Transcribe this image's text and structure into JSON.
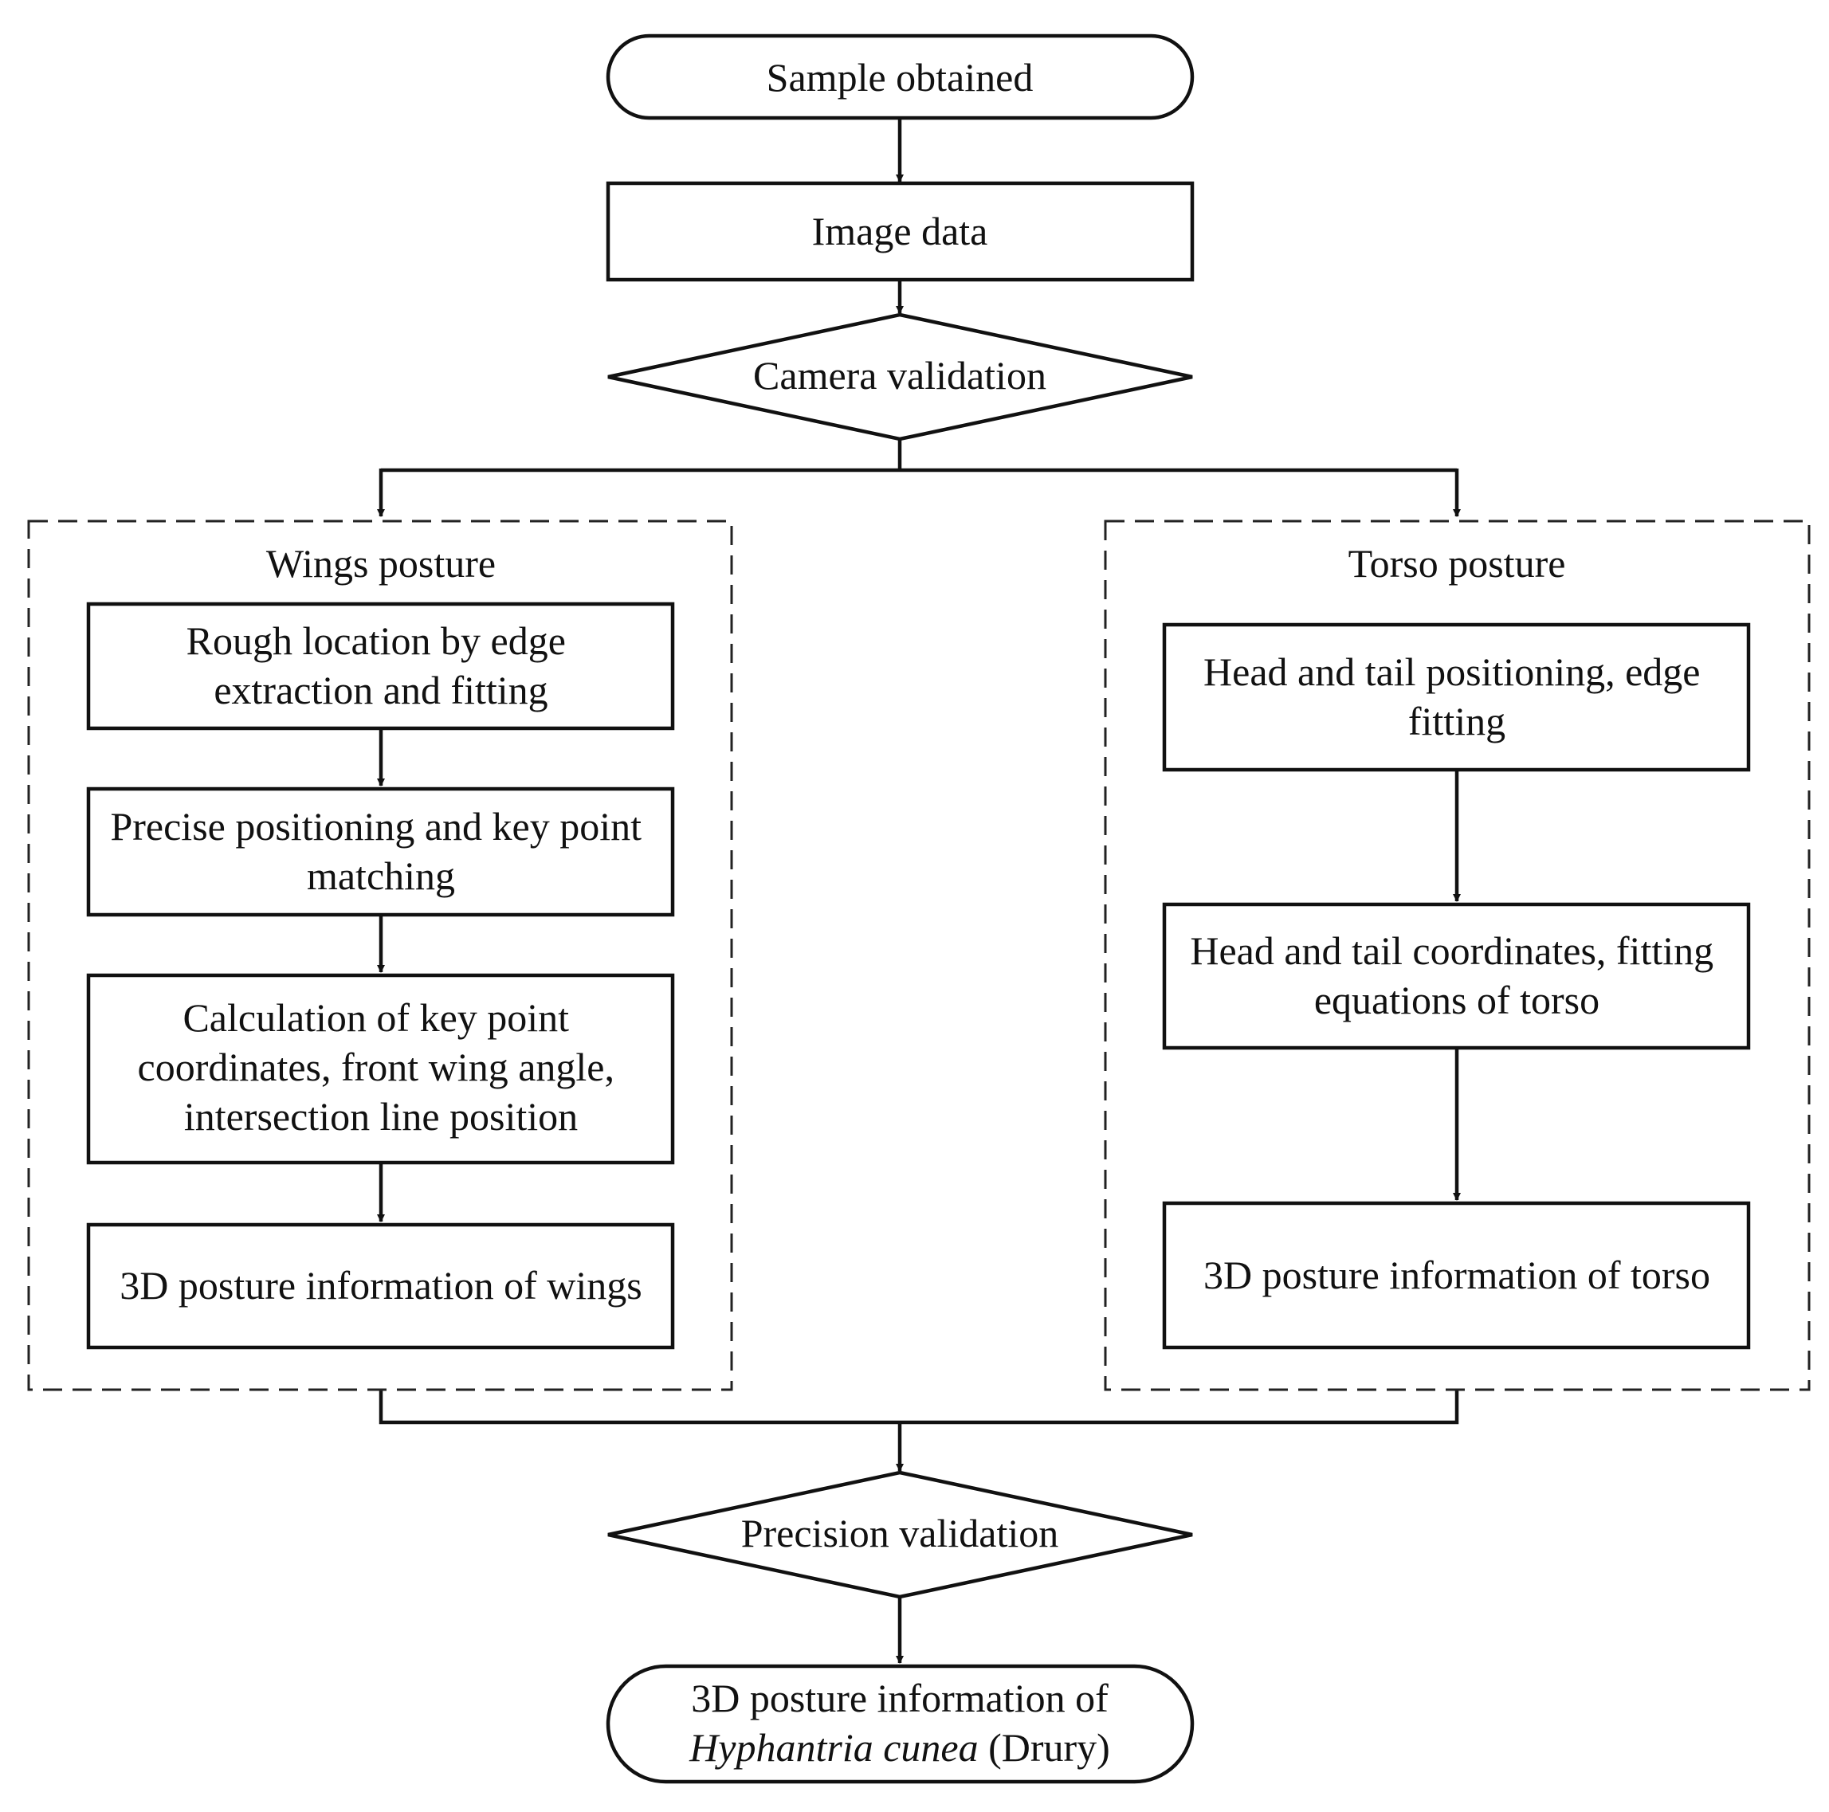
{
  "diagram": {
    "type": "flowchart",
    "start": {
      "label": "Sample obtained"
    },
    "image_data": {
      "label": "Image data"
    },
    "camera_validation": {
      "label": "Camera validation"
    },
    "wings_group": {
      "title": "Wings posture",
      "steps": [
        {
          "id": "w1",
          "lines": [
            "Rough location by edge",
            "extraction and fitting"
          ]
        },
        {
          "id": "w2",
          "lines": [
            "Precise positioning and key point",
            "matching"
          ]
        },
        {
          "id": "w3",
          "lines": [
            "Calculation of key point",
            "coordinates,  front wing angle,",
            "intersection line position"
          ]
        },
        {
          "id": "w4",
          "lines": [
            "3D posture information of wings"
          ]
        }
      ]
    },
    "torso_group": {
      "title": "Torso posture",
      "steps": [
        {
          "id": "t1",
          "lines": [
            "Head and tail positioning,  edge",
            "fitting"
          ]
        },
        {
          "id": "t2",
          "lines": [
            "Head and tail coordinates,  fitting",
            "equations of torso"
          ]
        },
        {
          "id": "t3",
          "lines": [
            "3D posture information of torso"
          ]
        }
      ]
    },
    "precision_validation": {
      "label": "Precision validation"
    },
    "end": {
      "line1": "3D posture information of",
      "species": "Hyphantria cunea",
      "authority": " (Drury)"
    }
  }
}
